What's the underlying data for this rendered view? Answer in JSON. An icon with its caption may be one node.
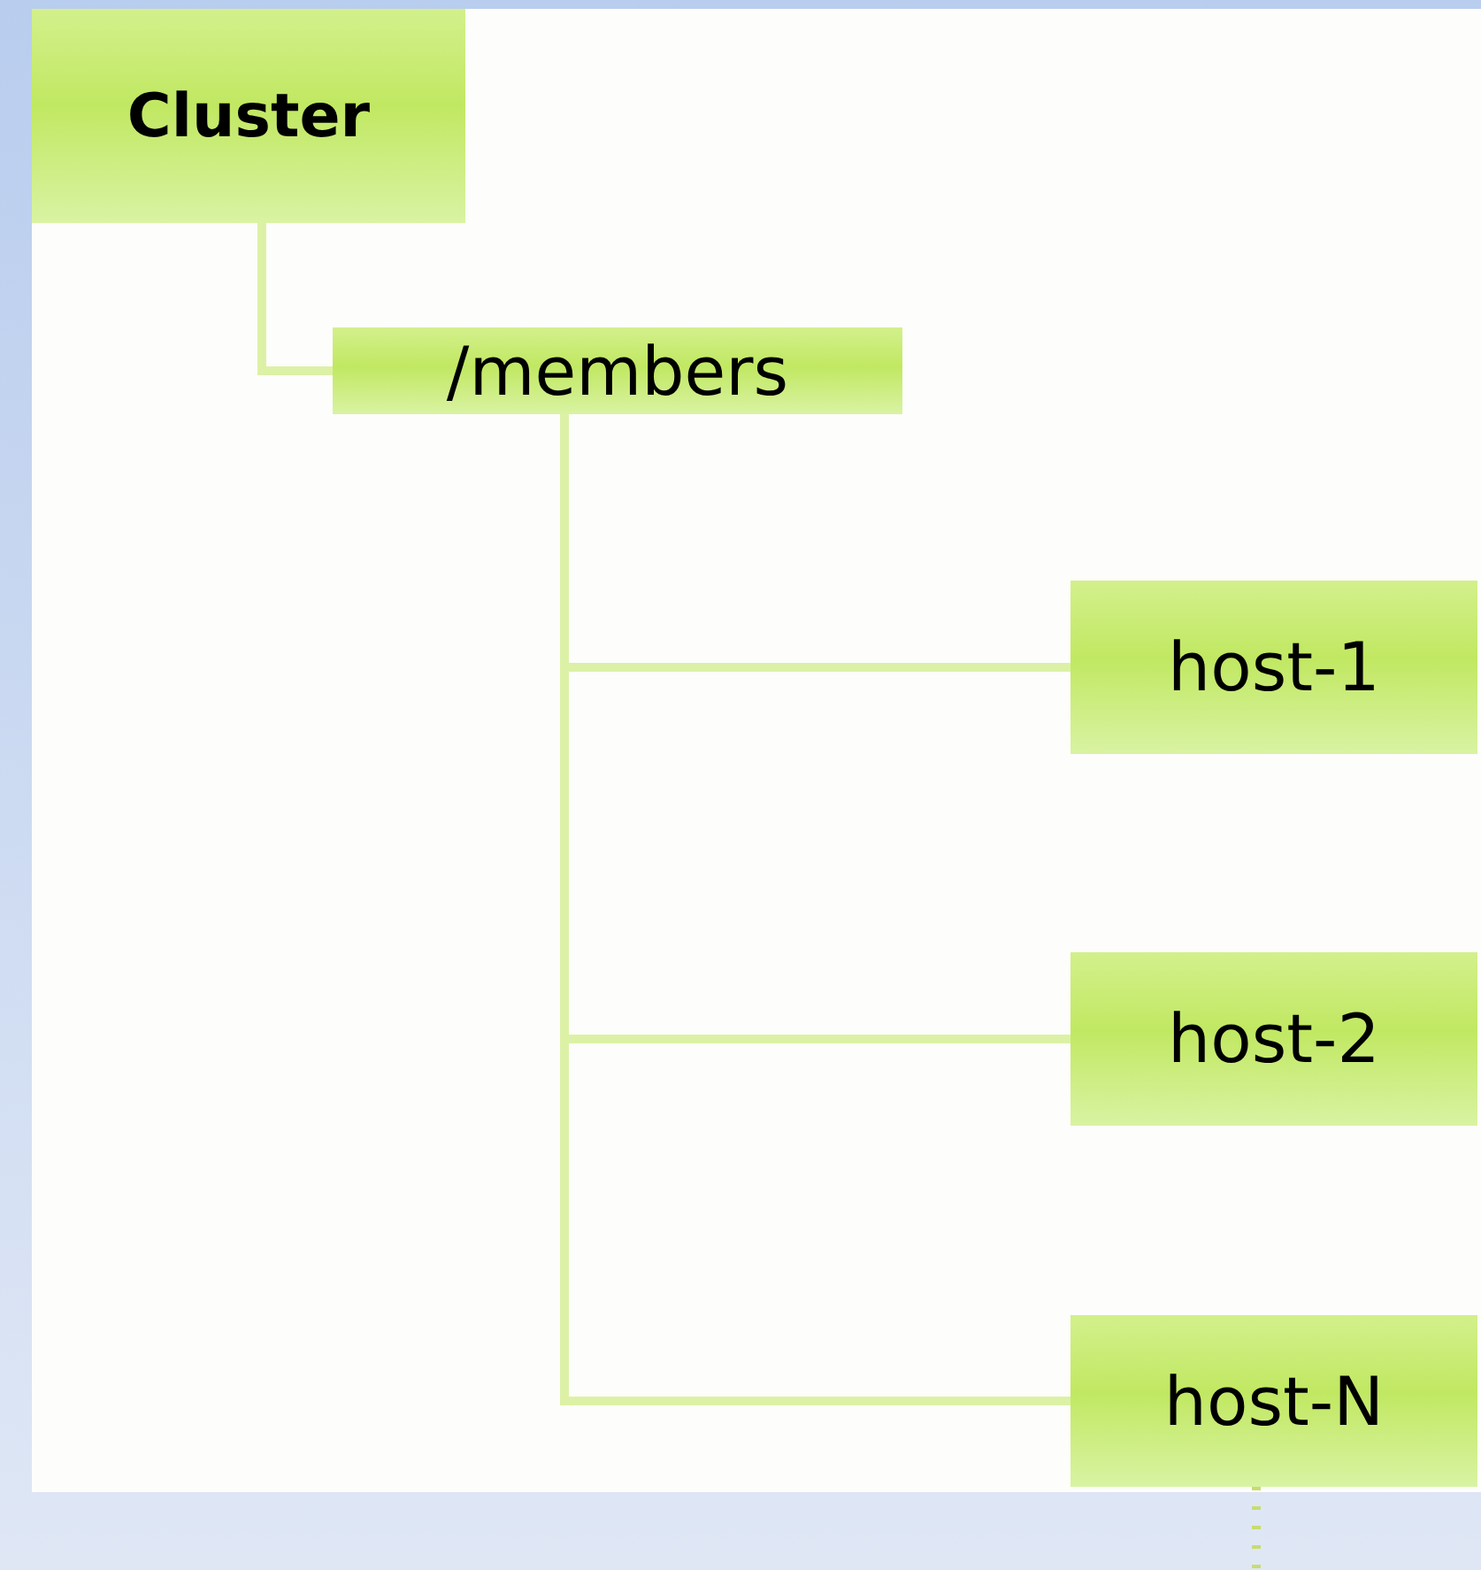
{
  "diagram": {
    "nodes": [
      {
        "text": [
          "Cluster"
        ]
      },
      {
        "text": [
          "/members"
        ]
      },
      {
        "text": [
          "host-1"
        ]
      },
      {
        "text": [
          "host-2"
        ]
      },
      {
        "text": [
          "host-N"
        ]
      }
    ],
    "edges": [
      {
        "from": 0,
        "to": 1,
        "arrow": "none"
      },
      {
        "from": 1,
        "to": 2,
        "arrow": "none"
      },
      {
        "from": 1,
        "to": 3,
        "arrow": "none"
      },
      {
        "from": 1,
        "to": 4,
        "arrow": "none"
      },
      {
        "from": 4,
        "to": null,
        "arrow": "none",
        "style": "dashed",
        "color": "#c8dc6e"
      }
    ]
  }
}
